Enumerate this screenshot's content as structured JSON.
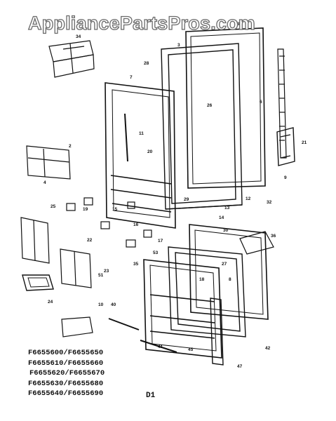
{
  "watermark": "AppliancePartsPros.com",
  "models": [
    "F6655600/F6655650",
    "F6655610/F6655660",
    "F6655620/F6655670",
    "F6655630/F6655680",
    "F6655640/F6655690"
  ],
  "sheet_id": "D1",
  "callouts": {
    "c34": "34",
    "c33": "33",
    "c3": "3",
    "c28": "28",
    "c7": "7",
    "c26": "26",
    "c11": "11",
    "c20": "20",
    "c6": "6",
    "c2": "2",
    "c4": "4",
    "c25": "25",
    "c19": "19",
    "c15": "15",
    "c16": "16",
    "c14": "14",
    "c13": "13",
    "c32": "32",
    "c12": "12",
    "c21": "21",
    "c9": "9",
    "c29": "29",
    "c53": "53",
    "c17": "17",
    "c22": "22",
    "c24": "24",
    "c51": "51",
    "c35": "35",
    "c30": "30",
    "c23": "23",
    "c36": "36",
    "c10": "10",
    "c27": "27",
    "c18": "18",
    "c45": "45",
    "c41": "41",
    "c42": "42",
    "c47": "47",
    "c40": "40",
    "c8": "8"
  }
}
